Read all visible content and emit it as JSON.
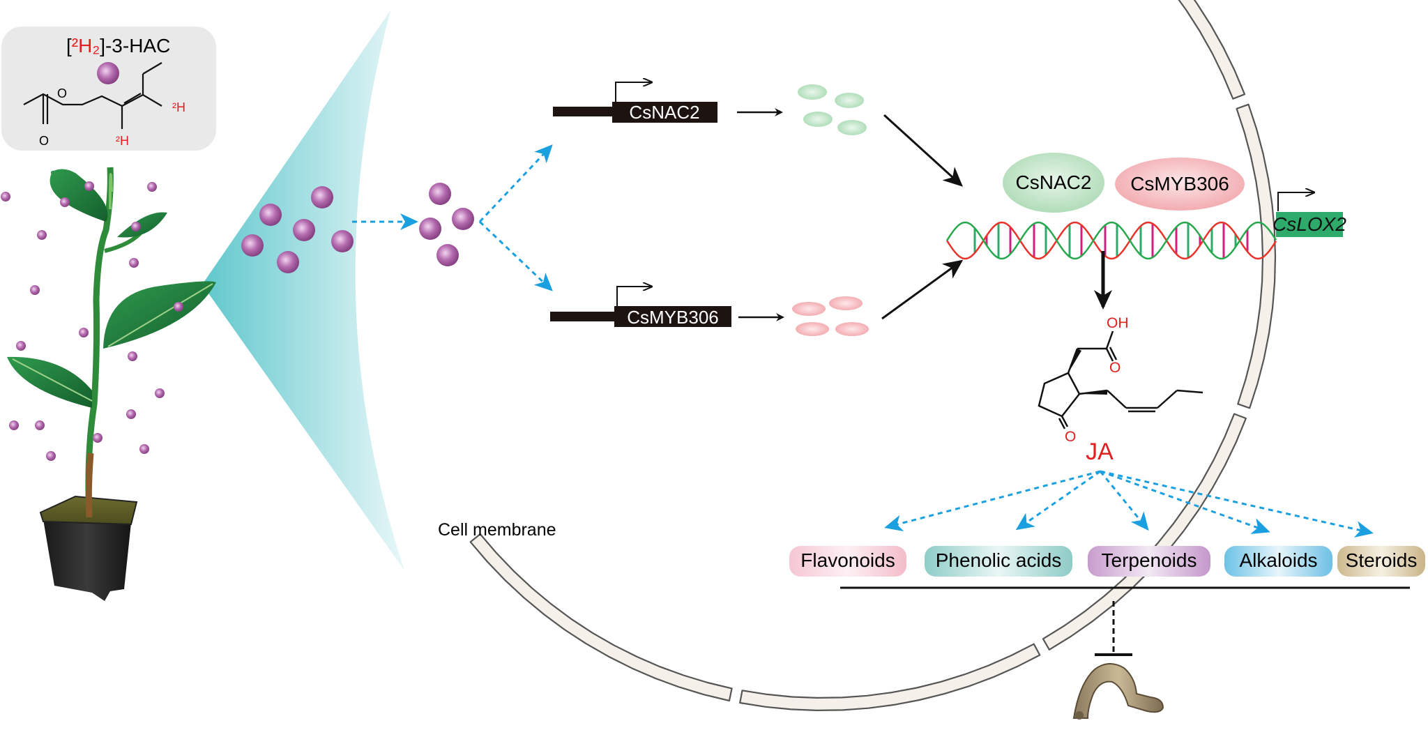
{
  "compound": {
    "name_open": "[",
    "name_isotope": "²H₂",
    "name_rest": "]-3-HAC",
    "label_h_right": "²H",
    "label_h_bottom": "²H"
  },
  "membrane": {
    "label": "Cell membrane"
  },
  "genes": {
    "nac2_box": "CsNAC2",
    "myb306_box": "CsMYB306",
    "nac2_protein": "CsNAC2",
    "myb306_protein": "CsMYB306",
    "target_box": "CsLOX2"
  },
  "ja": {
    "label": "JA",
    "oh": "OH",
    "o_acid": "O",
    "o_ketone": "O"
  },
  "metabolites": [
    {
      "label": "Flavonoids"
    },
    {
      "label": "Phenolic acids"
    },
    {
      "label": "Terpenoids"
    },
    {
      "label": "Alkaloids"
    },
    {
      "label": "Steroids"
    }
  ],
  "colors": {
    "molecule": "#9b4f96",
    "dashed_arrow": "#1aa0e0",
    "nac_green": "#9dd3a8",
    "myb_pink": "#f2a3a8",
    "target_green": "#2eaa6a",
    "leaf": "#1d7a3c",
    "red_label": "#e02020"
  }
}
